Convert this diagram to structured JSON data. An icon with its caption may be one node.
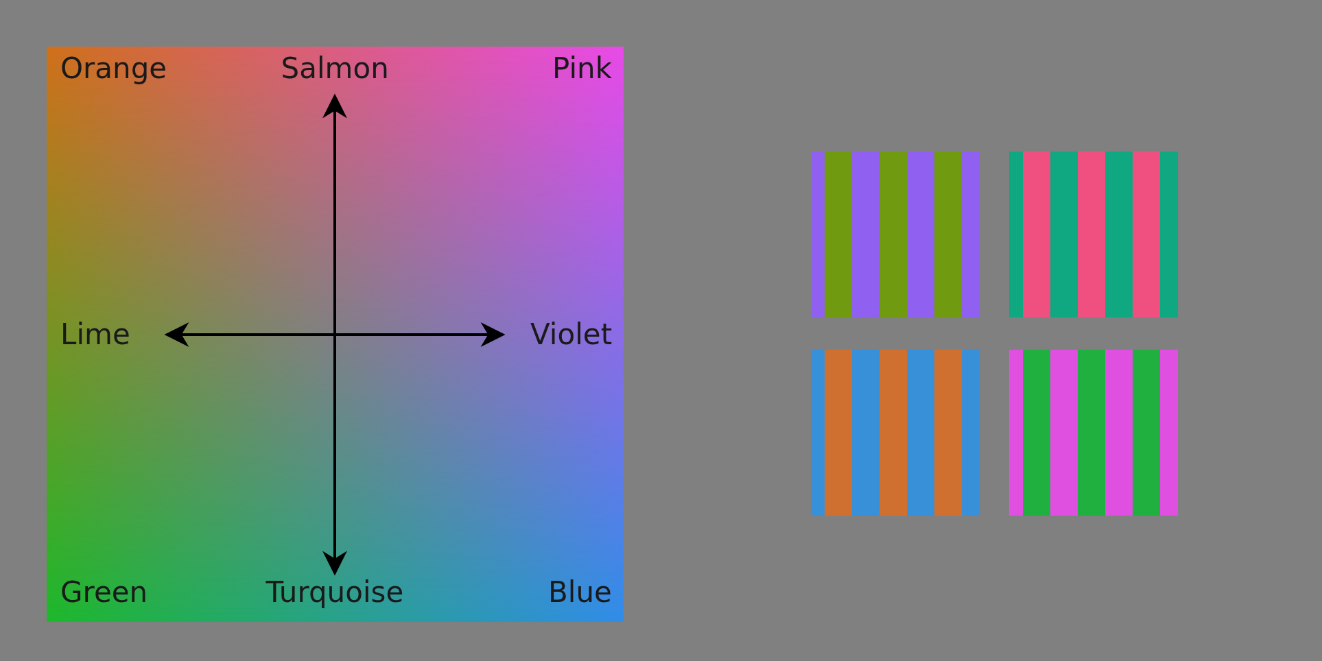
{
  "diagram": {
    "labels": [
      "Orange",
      "Salmon",
      "Pink",
      "Lime",
      "Violet",
      "Green",
      "Turquoise",
      "Blue"
    ]
  }
}
